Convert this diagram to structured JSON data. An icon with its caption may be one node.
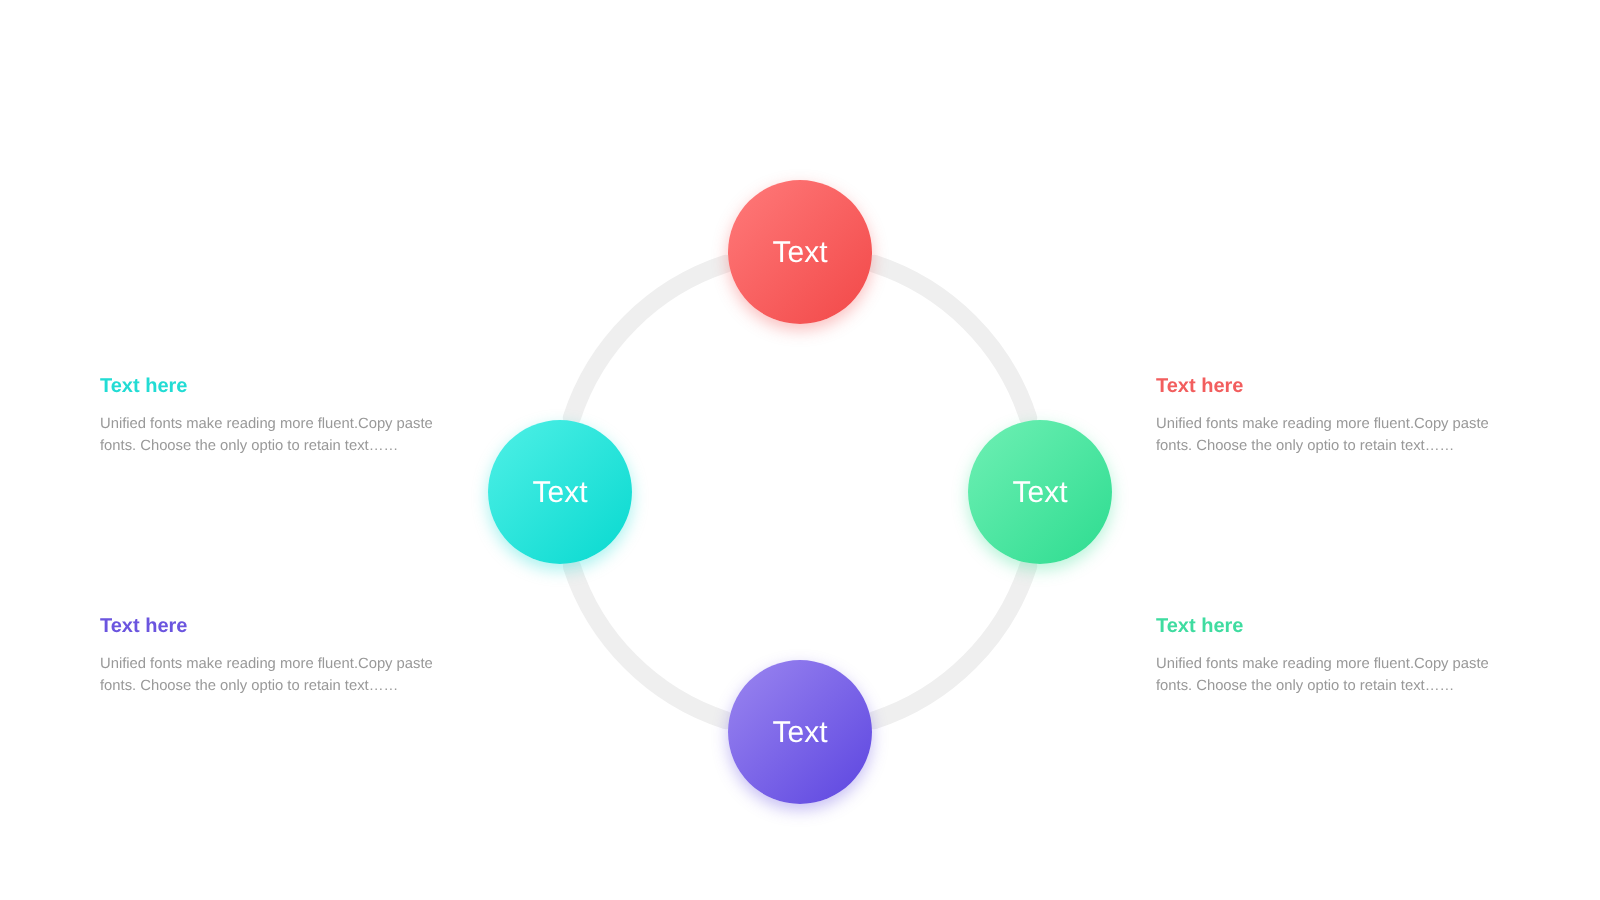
{
  "diagram": {
    "nodes": [
      {
        "text": [
          "Text"
        ]
      },
      {
        "text": [
          "Text"
        ]
      },
      {
        "text": [
          "Text"
        ]
      },
      {
        "text": [
          "Text"
        ]
      }
    ],
    "edges": [
      {
        "from": 0,
        "to": 2,
        "arrow": "none"
      },
      {
        "from": 2,
        "to": 3,
        "arrow": "none"
      },
      {
        "from": 3,
        "to": 1,
        "arrow": "none"
      },
      {
        "from": 1,
        "to": 0,
        "arrow": "none"
      }
    ],
    "labels": [
      "Text here",
      "Unified fonts make reading more fluent.Copy paste fonts. Choose the only optio to retain text……",
      "Text here",
      "Unified fonts make reading more fluent.Copy paste fonts. Choose the only optio to retain text……",
      "Text here",
      "Unified fonts make reading more fluent.Copy paste fonts. Choose the only optio to retain text……",
      "Text here",
      "Unified fonts make reading more fluent.Copy paste fonts. Choose the only optio to retain text……"
    ]
  }
}
